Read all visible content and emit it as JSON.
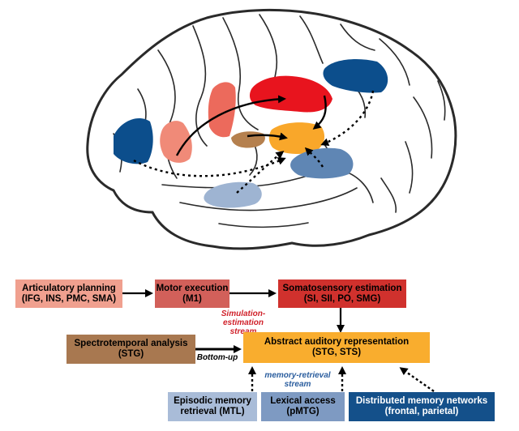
{
  "colors": {
    "articulatory": "#f0a08f",
    "motor": "#d2605a",
    "somatosensory": "#d0312d",
    "spectrotemporal": "#a87850",
    "abstract_auditory": "#f9ad2e",
    "episodic": "#a9bcd8",
    "lexical": "#7e9ac2",
    "distributed": "#14508a",
    "simulation_stream_text": "#d0212a",
    "memory_stream_text": "#2a5d9e"
  },
  "boxes": {
    "articulatory": {
      "line1": "Articulatory planning",
      "line2": "(IFG, INS, PMC, SMA)"
    },
    "motor": {
      "line1": "Motor execution",
      "line2": "(M1)"
    },
    "somatosensory": {
      "line1": "Somatosensory estimation",
      "line2": "(SI, SII, PO, SMG)"
    },
    "spectrotemporal": {
      "line1": "Spectrotemporal analysis",
      "line2": "(STG)"
    },
    "abstract_auditory": {
      "line1": "Abstract auditory representation",
      "line2": "(STG, STS)"
    },
    "episodic": {
      "line1": "Episodic memory",
      "line2": "retrieval (MTL)"
    },
    "lexical": {
      "line1": "Lexical access",
      "line2": "(pMTG)"
    },
    "distributed": {
      "line1": "Distributed memory networks",
      "line2": "(frontal, parietal)"
    }
  },
  "labels": {
    "simulation_stream": {
      "line1": "Simulation-estimation",
      "line2": "stream"
    },
    "bottom_up": "Bottom-up",
    "memory_stream": {
      "line1": "memory-retrieval",
      "line2": "stream"
    }
  }
}
